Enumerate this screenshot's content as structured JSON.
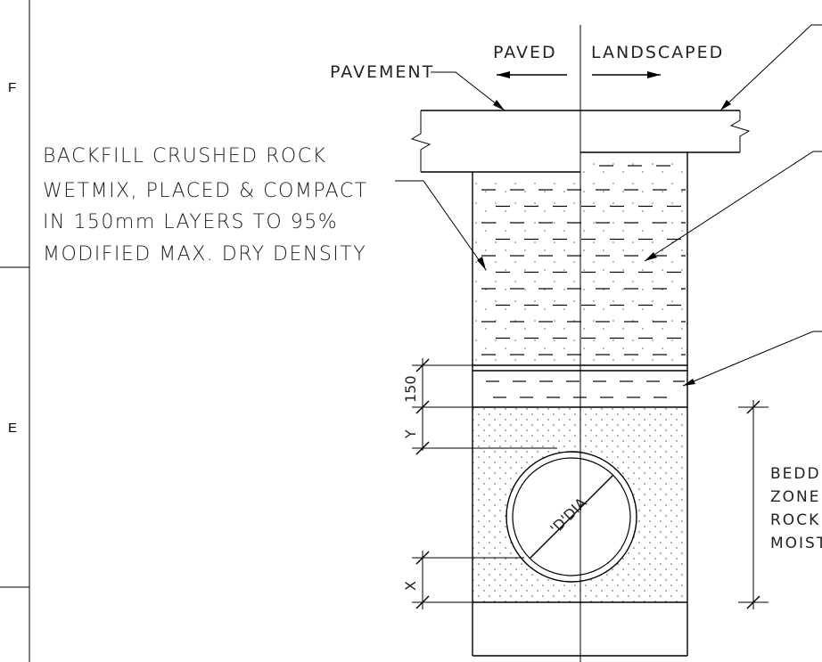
{
  "grid_markers": {
    "f": "F",
    "e": "E"
  },
  "labels": {
    "paved": "PAVED",
    "landscaped": "LANDSCAPED",
    "pavement": "PAVEMENT"
  },
  "backfill_note": [
    "BACKFILL CRUSHED ROCK",
    "WETMIX, PLACED & COMPACT",
    "IN 150mm LAYERS TO 95%",
    "MODIFIED MAX. DRY DENSITY"
  ],
  "dimensions": {
    "layer": "150",
    "y": "Y",
    "x": "X"
  },
  "pipe_label": "'D'DIA",
  "bedding_note": [
    "BEDD",
    "ZONE",
    "ROCK",
    "MOIST"
  ]
}
